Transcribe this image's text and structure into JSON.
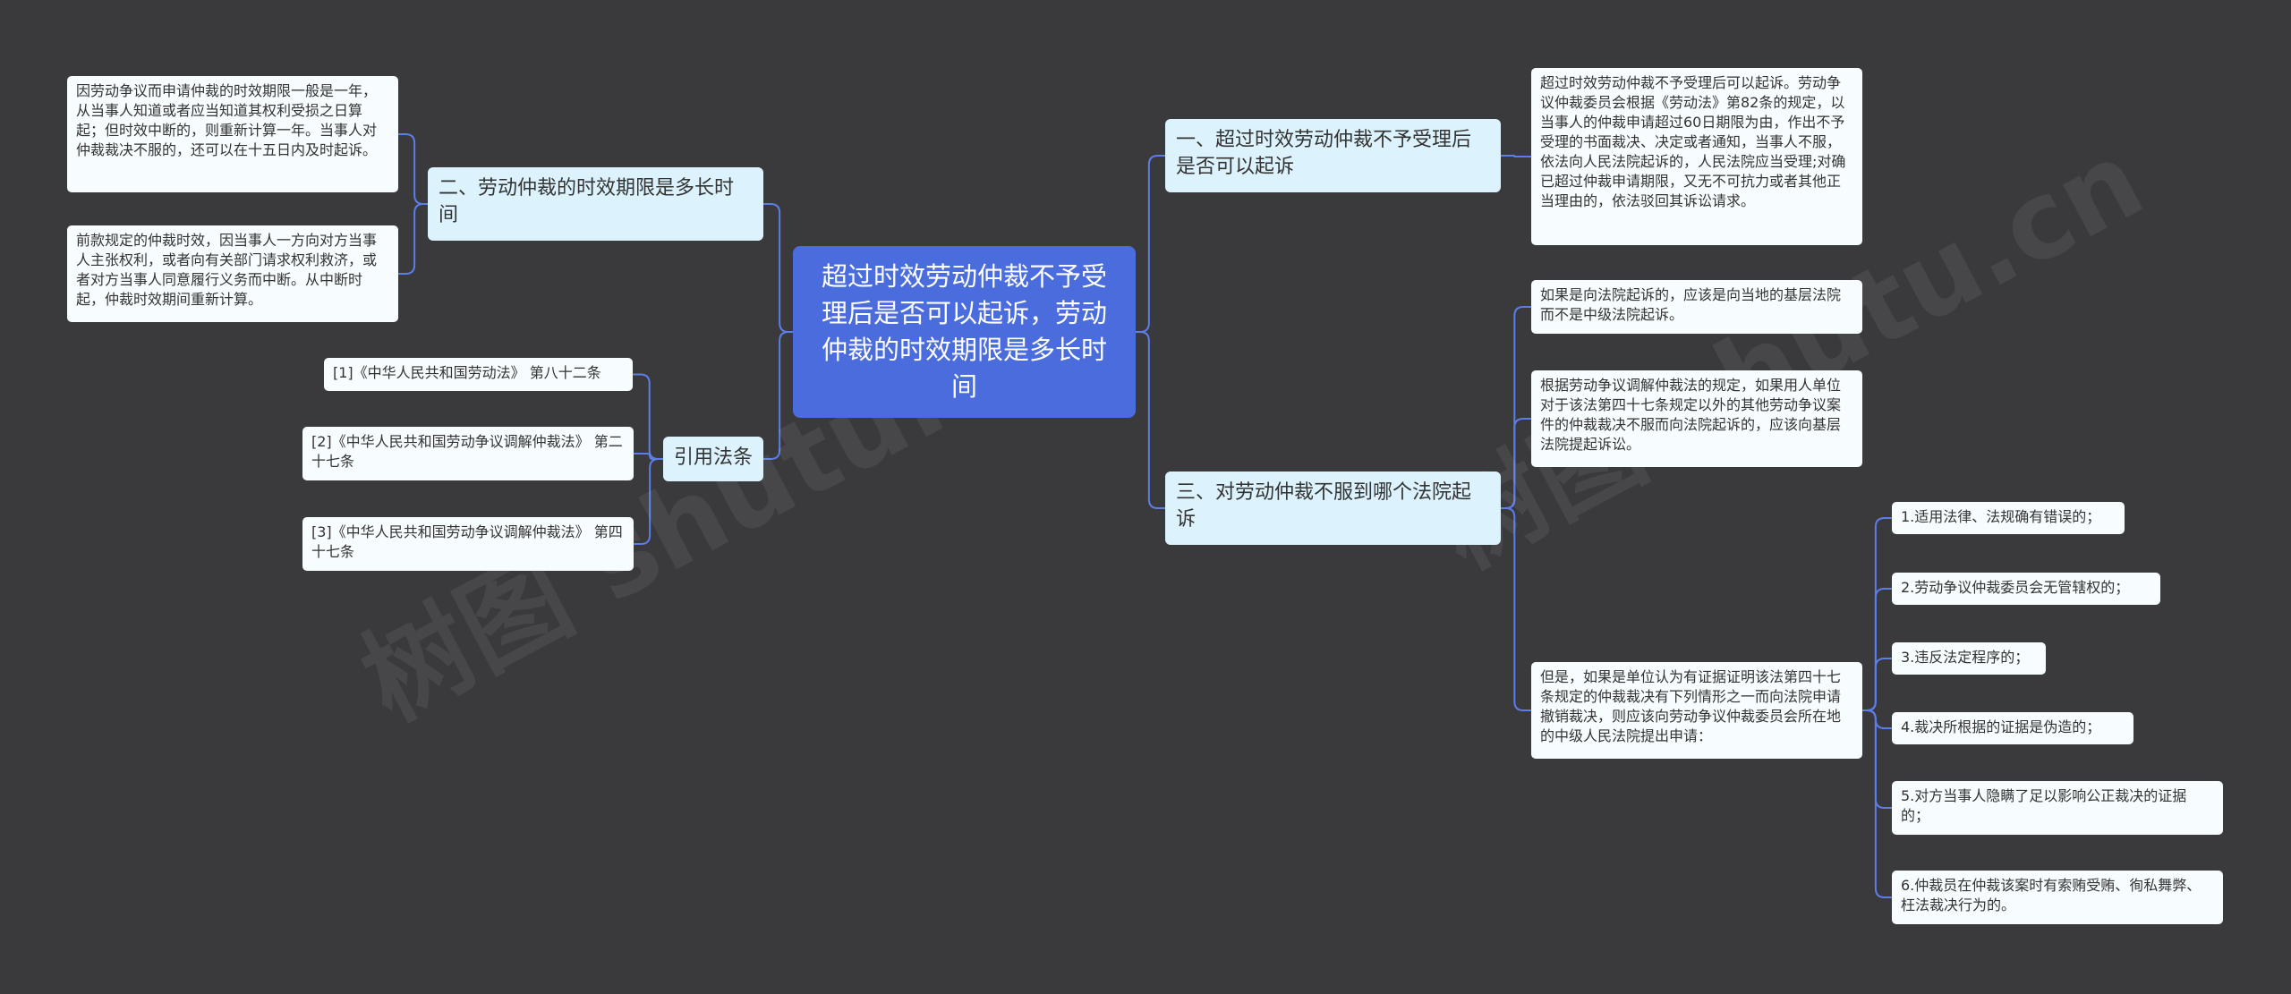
{
  "root": {
    "text": "超过时效劳动仲裁不予受理后是否可以起诉，劳动仲裁的时效期限是多长时间"
  },
  "branches": {
    "b1": {
      "label": "一、超过时效劳动仲裁不予受理后是否可以起诉",
      "leaves": [
        "超过时效劳动仲裁不予受理后可以起诉。劳动争议仲裁委员会根据《劳动法》第82条的规定，以当事人的仲裁申请超过60日期限为由，作出不予受理的书面裁决、决定或者通知，当事人不服，依法向人民法院起诉的，人民法院应当受理;对确已超过仲裁申请期限，又无不可抗力或者其他正当理由的，依法驳回其诉讼请求。"
      ]
    },
    "b2": {
      "label": "二、劳动仲裁的时效期限是多长时间",
      "leaves": [
        "因劳动争议而申请仲裁的时效期限一般是一年，从当事人知道或者应当知道其权利受损之日算起；但时效中断的，则重新计算一年。当事人对仲裁裁决不服的，还可以在十五日内及时起诉。",
        "前款规定的仲裁时效，因当事人一方向对方当事人主张权利，或者向有关部门请求权利救济，或者对方当事人同意履行义务而中断。从中断时起，仲裁时效期间重新计算。"
      ]
    },
    "b3": {
      "label": "三、对劳动仲裁不服到哪个法院起诉",
      "leaves": [
        "如果是向法院起诉的，应该是向当地的基层法院而不是中级法院起诉。",
        "根据劳动争议调解仲裁法的规定，如果用人单位对于该法第四十七条规定以外的其他劳动争议案件的仲裁裁决不服而向法院起诉的，应该向基层法院提起诉讼。",
        "但是，如果是单位认为有证据证明该法第四十七条规定的仲裁裁决有下列情形之一而向法院申请撤销裁决，则应该向劳动争议仲裁委员会所在地的中级人民法院提出申请："
      ],
      "sub_leaves": [
        "1.适用法律、法规确有错误的；",
        "2.劳动争议仲裁委员会无管辖权的；",
        "3.违反法定程序的；",
        "4.裁决所根据的证据是伪造的；",
        "5.对方当事人隐瞒了足以影响公正裁决的证据的；",
        "6.仲裁员在仲裁该案时有索贿受贿、徇私舞弊、枉法裁决行为的。"
      ]
    },
    "b4": {
      "label": "引用法条",
      "leaves": [
        "[1]《中华人民共和国劳动法》 第八十二条",
        "[2]《中华人民共和国劳动争议调解仲裁法》 第二十七条",
        "[3]《中华人民共和国劳动争议调解仲裁法》 第四十七条"
      ]
    }
  },
  "colors": {
    "background": "#3a393b",
    "root_fill": "#4a6cdc",
    "branch_fill": "#dcf3fd",
    "leaf_fill": "#f7fcff",
    "connector": "#5b7ee8"
  }
}
